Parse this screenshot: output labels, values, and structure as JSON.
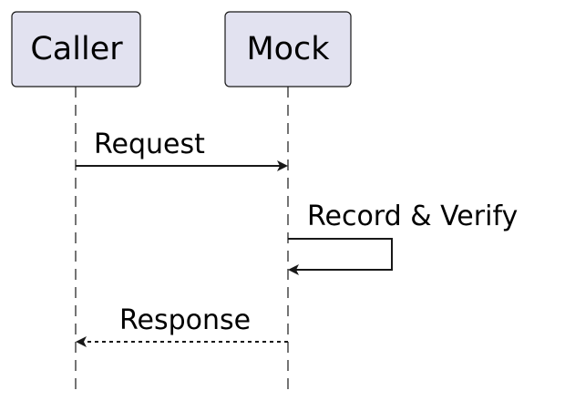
{
  "diagram": {
    "type": "sequence",
    "colors": {
      "participant_fill": "#e2e2f0",
      "participant_border": "#181818",
      "line": "#181818",
      "text": "#000000",
      "background": "#ffffff"
    },
    "participants": [
      {
        "id": "caller",
        "label": "Caller"
      },
      {
        "id": "mock",
        "label": "Mock"
      }
    ],
    "messages": [
      {
        "from": "Caller",
        "to": "Mock",
        "label": "Request",
        "style": "solid"
      },
      {
        "from": "Mock",
        "to": "Mock",
        "label": "Record & Verify",
        "style": "solid"
      },
      {
        "from": "Mock",
        "to": "Caller",
        "label": "Response",
        "style": "dashed"
      }
    ]
  }
}
